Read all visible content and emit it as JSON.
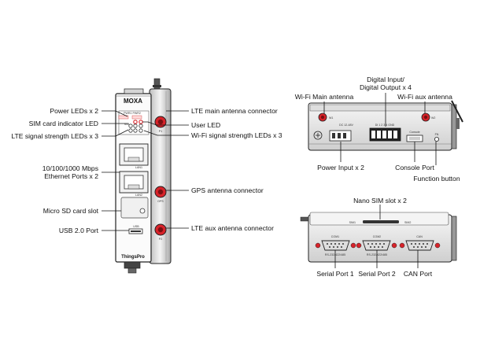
{
  "front_view": {
    "callouts_left": [
      "Power LEDs x 2",
      "SIM card indicator LED",
      "LTE signal strength LEDs x 3",
      "10/100/1000 Mbps\nEthernet Ports x 2",
      "Micro SD card slot",
      "USB 2.0 Port"
    ],
    "callouts_right": [
      "LTE main antenna connector",
      "User LED",
      "Wi-Fi signal strength LEDs x 3",
      "GPS antenna connector",
      "LTE aux antenna connector"
    ],
    "device_brand": "MOXA",
    "device_model": "ThingsPro",
    "panel_marks": {
      "pwr": "PWR1 PWR2",
      "sim": "SIM",
      "lan1": "LAN1",
      "lan2": "LAN2",
      "usb": "USB",
      "conn_top": "P1",
      "conn_gps": "GPS",
      "conn_aux": "P2"
    }
  },
  "top_view": {
    "callouts": {
      "wifi_main": "Wi-Fi Main antenna",
      "dio": "Digital Input/\nDigital Output x 4",
      "wifi_aux": "Wi-Fi aux antenna",
      "power_input": "Power Input x 2",
      "console": "Console Port",
      "function": "Function button"
    },
    "panel_marks": {
      "w1": "W1",
      "w2": "W2",
      "dc": "DC 12-48V",
      "dio_row": "DI 1 2 3 4 GND",
      "console": "Console",
      "fn": "FN"
    }
  },
  "bottom_view": {
    "callouts": {
      "sim_slot": "Nano SIM slot x 2",
      "serial1": "Serial Port 1",
      "serial2": "Serial Port 2",
      "can": "CAN Port"
    },
    "panel_marks": {
      "sim1": "SIM1",
      "sim2": "SIM2",
      "com1": "COM1",
      "com2": "COM2",
      "can": "CAN",
      "rs1": "RS-232/422/485",
      "rs2": "RS-232/422/485"
    }
  },
  "colors": {
    "connector_red": "#d8232a",
    "led_orange": "#e05a10",
    "body_light": "#e9e9e9",
    "body_dark": "#9a9a9a",
    "outline": "#222222"
  }
}
